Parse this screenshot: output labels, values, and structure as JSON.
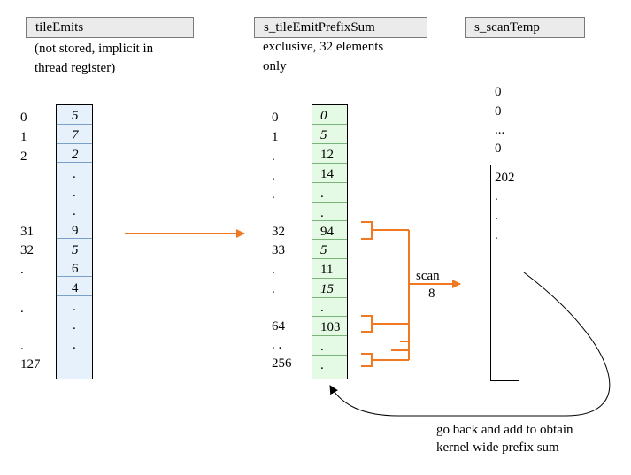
{
  "headers": {
    "tile_emits": "tileEmits",
    "prefix_sum": "s_tileEmitPrefixSum",
    "scan_temp": "s_scanTemp"
  },
  "notes": {
    "tile_emits_1": "(not stored, implicit in",
    "tile_emits_2": "thread register)",
    "prefix_sum_1": "exclusive, 32 elements",
    "prefix_sum_2": "only"
  },
  "tile_emits": {
    "indices": [
      "0",
      "1",
      "2",
      "31",
      "32",
      ".",
      ".",
      ".",
      "127"
    ],
    "values": [
      "5",
      "7",
      "2",
      ".",
      ".",
      ".",
      "9",
      "5",
      "6",
      "4",
      ".",
      ".",
      "."
    ]
  },
  "prefix_sum": {
    "indices": [
      "0",
      "1",
      ".",
      ".",
      ".",
      "32",
      "33",
      ".",
      ".",
      "64",
      ". .",
      "256"
    ],
    "values": [
      "0",
      "5",
      "12",
      "14",
      ".",
      ".",
      "94",
      "5",
      "11",
      "15",
      ".",
      "103",
      ".",
      "."
    ]
  },
  "scan_temp": {
    "above": [
      "0",
      "0",
      "...",
      "0"
    ],
    "values": [
      "202",
      ".",
      ".",
      "."
    ]
  },
  "labels": {
    "scan": "scan",
    "scan_n": "8",
    "go_back_1": "go back and add to obtain",
    "go_back_2": "kernel wide prefix sum"
  },
  "colors": {
    "tile_fill": "#e6f1fc",
    "prefix_fill": "#e4fae4",
    "arrow": "#f07820",
    "header_fill": "#ebebeb"
  }
}
